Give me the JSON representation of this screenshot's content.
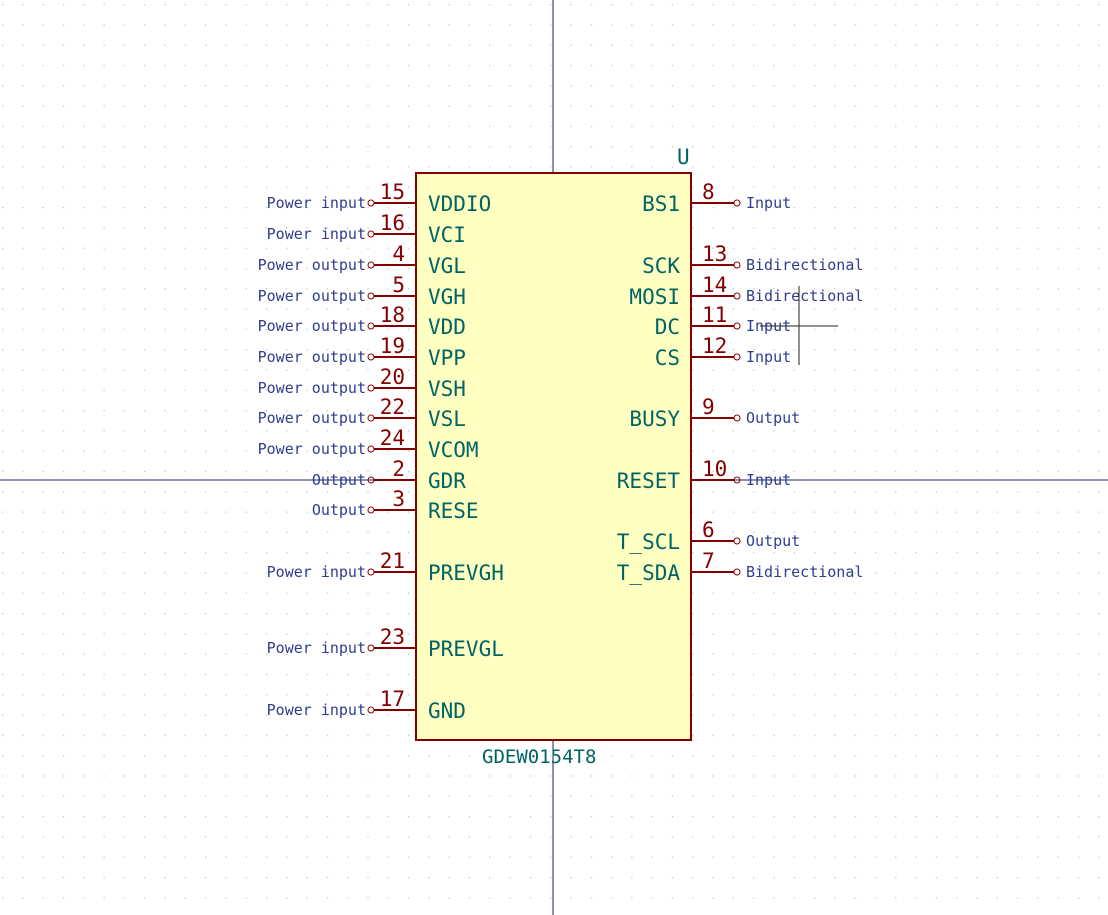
{
  "component": {
    "reference": "U",
    "value": "GDEW0154T8",
    "body_color": "#ffffc2",
    "outline_color": "#840000"
  },
  "colors": {
    "pin_line": "#840000",
    "pin_name": "#006464",
    "pin_type": "#2f3d8f",
    "crosshair": "#1c1c6e",
    "grid_dot": "#bdbdbd"
  },
  "left_pins": [
    {
      "number": "15",
      "name": "VDDIO",
      "type": "Power input"
    },
    {
      "number": "16",
      "name": "VCI",
      "type": "Power input"
    },
    {
      "number": "4",
      "name": "VGL",
      "type": "Power output"
    },
    {
      "number": "5",
      "name": "VGH",
      "type": "Power output"
    },
    {
      "number": "18",
      "name": "VDD",
      "type": "Power output"
    },
    {
      "number": "19",
      "name": "VPP",
      "type": "Power output"
    },
    {
      "number": "20",
      "name": "VSH",
      "type": "Power output"
    },
    {
      "number": "22",
      "name": "VSL",
      "type": "Power output"
    },
    {
      "number": "24",
      "name": "VCOM",
      "type": "Power output"
    },
    {
      "number": "2",
      "name": "GDR",
      "type": "Output"
    },
    {
      "number": "3",
      "name": "RESE",
      "type": "Output"
    },
    {
      "number": "21",
      "name": "PREVGH",
      "type": "Power input"
    },
    {
      "number": "23",
      "name": "PREVGL",
      "type": "Power input"
    },
    {
      "number": "17",
      "name": "GND",
      "type": "Power input"
    }
  ],
  "right_pins": [
    {
      "number": "8",
      "name": "BS1",
      "type": "Input"
    },
    {
      "number": "13",
      "name": "SCK",
      "type": "Bidirectional"
    },
    {
      "number": "14",
      "name": "MOSI",
      "type": "Bidirectional"
    },
    {
      "number": "11",
      "name": "DC",
      "type": "Input"
    },
    {
      "number": "12",
      "name": "CS",
      "type": "Input"
    },
    {
      "number": "9",
      "name": "BUSY",
      "type": "Output"
    },
    {
      "number": "10",
      "name": "RESET",
      "type": "Input"
    },
    {
      "number": "6",
      "name": "T_SCL",
      "type": "Output"
    },
    {
      "number": "7",
      "name": "T_SDA",
      "type": "Bidirectional"
    }
  ]
}
